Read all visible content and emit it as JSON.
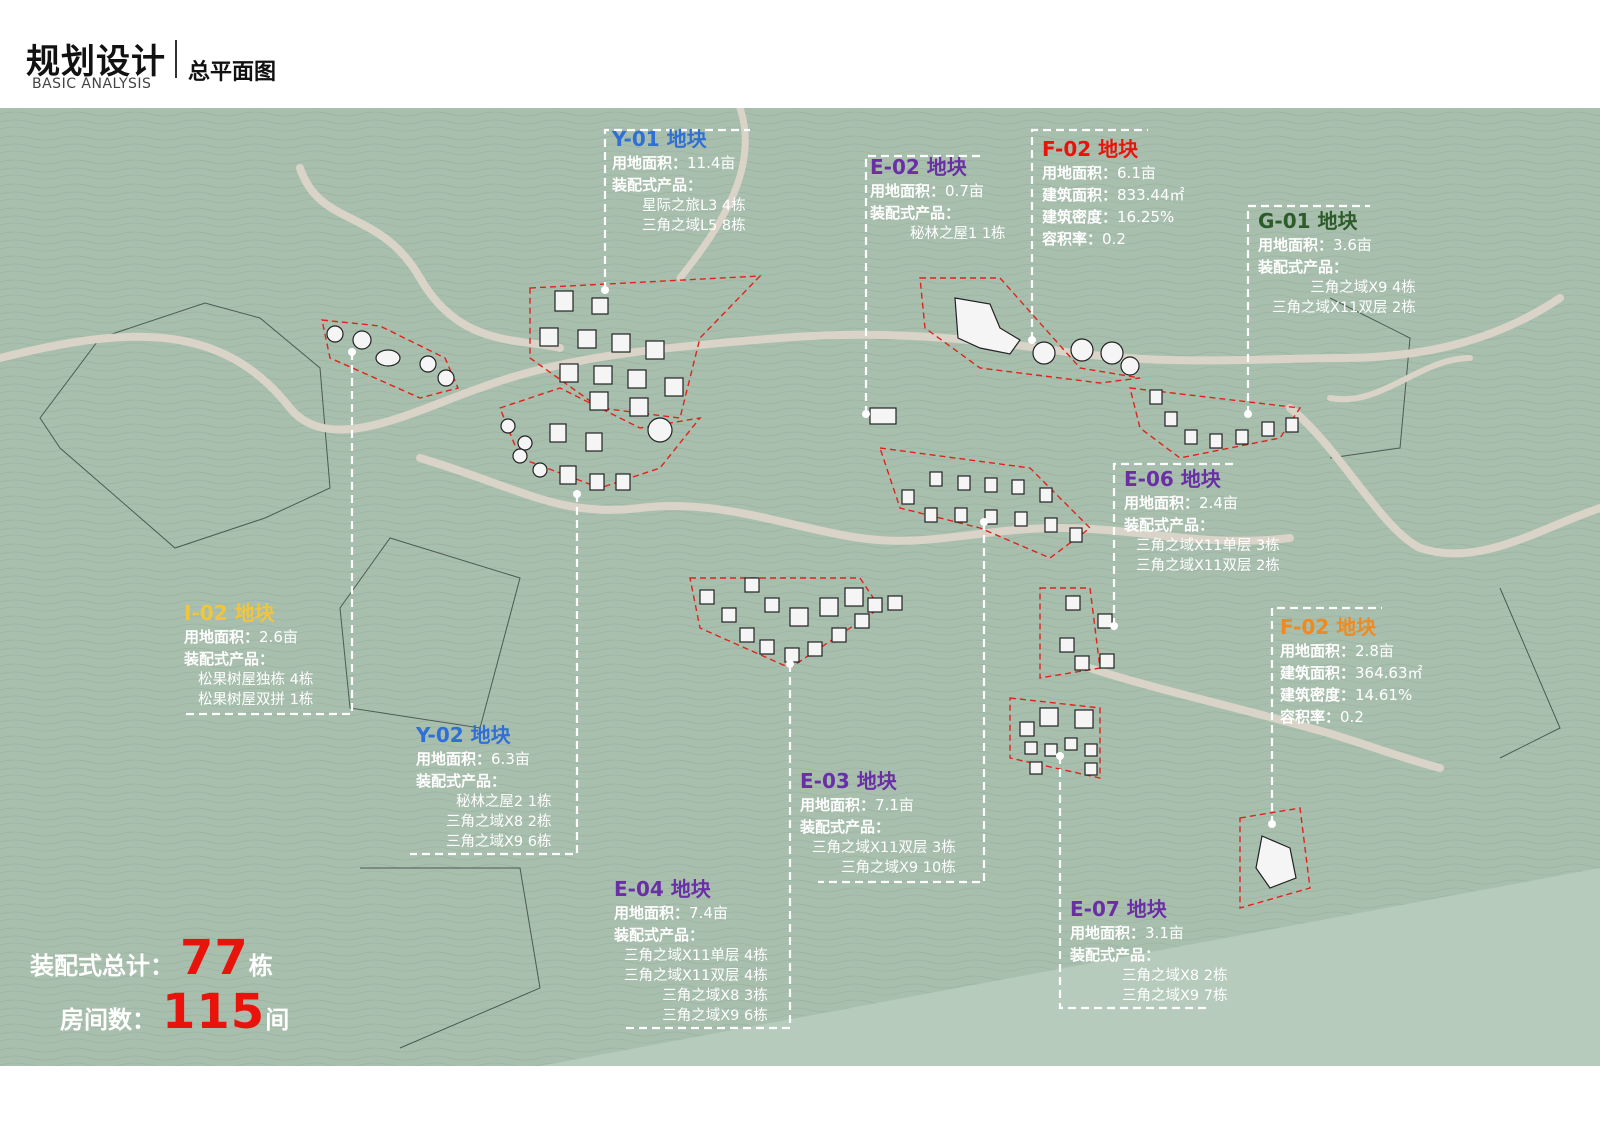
{
  "header": {
    "title": "规划设计",
    "subtitle": "BASIC ANALYSIS",
    "page_title": "总平面图"
  },
  "colors": {
    "background": "#a8bfae",
    "road": "#d9d3c8",
    "redline": "#e0231a",
    "total_number": "#e8140c",
    "plot_name_blue": "#2f6fd6",
    "plot_name_purple": "#6a2fa6",
    "plot_name_red": "#e8140c",
    "plot_name_green": "#2e5b2a",
    "plot_name_yellow": "#f2c53a",
    "plot_name_orange": "#f08a1f"
  },
  "plots": {
    "y01": {
      "name": "Y-01 地块",
      "area_label": "用地面积：",
      "area": "11.4亩",
      "prod_label": "装配式产品：",
      "products": [
        "星际之旅L3  4栋",
        "三角之域L5  8栋"
      ]
    },
    "e02a": {
      "name": "E-02 地块",
      "area_label": "用地面积：",
      "area": "0.7亩",
      "prod_label": "装配式产品：",
      "products": [
        "秘林之屋1  1栋"
      ]
    },
    "f02a": {
      "name": "F-02 地块",
      "area_label": "用地面积：",
      "area": "6.1亩",
      "build_label": "建筑面积：",
      "build": "833.44㎡",
      "density_label": "建筑密度：",
      "density": "16.25%",
      "far_label": "容积率：",
      "far": "0.2"
    },
    "g01": {
      "name": "G-01 地块",
      "area_label": "用地面积：",
      "area": "3.6亩",
      "prod_label": "装配式产品：",
      "products": [
        "三角之域X9  4栋",
        "三角之域X11双层  2栋"
      ]
    },
    "e06": {
      "name": "E-06 地块",
      "area_label": "用地面积：",
      "area": "2.4亩",
      "prod_label": "装配式产品：",
      "products": [
        "三角之域X11单层  3栋",
        "三角之域X11双层  2栋"
      ]
    },
    "f02b": {
      "name": "F-02 地块",
      "area_label": "用地面积：",
      "area": "2.8亩",
      "build_label": "建筑面积：",
      "build": "364.63㎡",
      "density_label": "建筑密度：",
      "density": "14.61%",
      "far_label": "容积率：",
      "far": "0.2"
    },
    "i02": {
      "name": "I-02 地块",
      "area_label": "用地面积：",
      "area": "2.6亩",
      "prod_label": "装配式产品：",
      "products": [
        "松果树屋独栋  4栋",
        "松果树屋双拼  1栋"
      ]
    },
    "y02": {
      "name": "Y-02 地块",
      "area_label": "用地面积：",
      "area": "6.3亩",
      "prod_label": "装配式产品：",
      "products": [
        "秘林之屋2  1栋",
        "三角之域X8  2栋",
        "三角之域X9  6栋"
      ]
    },
    "e03": {
      "name": "E-03 地块",
      "area_label": "用地面积：",
      "area": "7.1亩",
      "prod_label": "装配式产品：",
      "products": [
        "三角之域X11双层  3栋",
        "三角之域X9  10栋"
      ]
    },
    "e04": {
      "name": "E-04 地块",
      "area_label": "用地面积：",
      "area": "7.4亩",
      "prod_label": "装配式产品：",
      "products": [
        "三角之域X11单层  4栋",
        "三角之域X11双层  4栋",
        "三角之域X8  3栋",
        "三角之域X9  6栋"
      ]
    },
    "e07": {
      "name": "E-07 地块",
      "area_label": "用地面积：",
      "area": "3.1亩",
      "prod_label": "装配式产品：",
      "products": [
        "三角之域X8  2栋",
        "三角之域X9  7栋"
      ]
    }
  },
  "totals": {
    "assembled_label": "装配式总计：",
    "assembled": "77",
    "assembled_unit": "栋",
    "rooms_label": "房间数：",
    "rooms": "115",
    "rooms_unit": "间"
  }
}
